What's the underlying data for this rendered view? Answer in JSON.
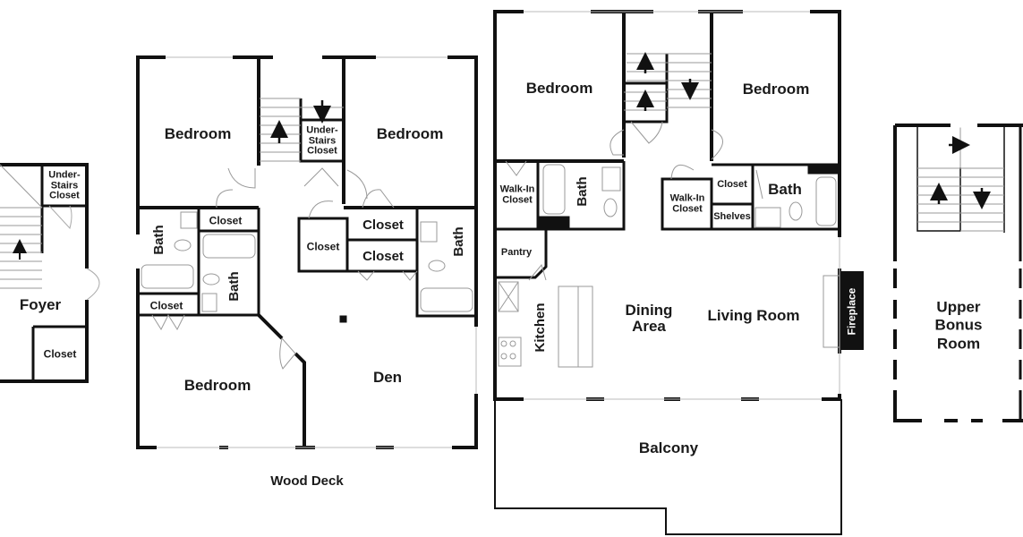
{
  "floor_plan": {
    "sections": [
      {
        "name": "foyer-level",
        "rooms": {
          "under_stairs_closet": "Under-\nStairs\nCloset",
          "foyer": "Foyer",
          "closet": "Closet"
        }
      },
      {
        "name": "lower-level",
        "rooms": {
          "bedroom_left": "Bedroom",
          "bedroom_right": "Bedroom",
          "under_stairs_closet": "Under-\nStairs\nCloset",
          "bath_left": "Bath",
          "closet_small": "Closet",
          "bath_middle": "Bath",
          "closet_bottom_left": "Closet",
          "closet_center": "Closet",
          "closet_right_top": "Closet",
          "closet_right_bottom": "Closet",
          "bath_right": "Bath",
          "bedroom_bottom": "Bedroom",
          "den": "Den"
        },
        "exterior": "Wood Deck"
      },
      {
        "name": "main-level",
        "rooms": {
          "bedroom_left": "Bedroom",
          "bedroom_right": "Bedroom",
          "walk_in_closet_left": "Walk-In\nCloset",
          "bath_left": "Bath",
          "walk_in_closet_center": "Walk-In\nCloset",
          "closet": "Closet",
          "shelves": "Shelves",
          "bath_right": "Bath",
          "pantry": "Pantry",
          "kitchen": "Kitchen",
          "dining_area": "Dining\nArea",
          "living_room": "Living Room",
          "fireplace": "Fireplace"
        },
        "exterior": "Balcony"
      },
      {
        "name": "upper-level",
        "rooms": {
          "upper_bonus_room": "Upper\nBonus\nRoom"
        }
      }
    ],
    "colors": {
      "wall": "#111111",
      "fixture": "#9a9a9a",
      "text": "#1a1a1a",
      "background": "#ffffff"
    }
  }
}
